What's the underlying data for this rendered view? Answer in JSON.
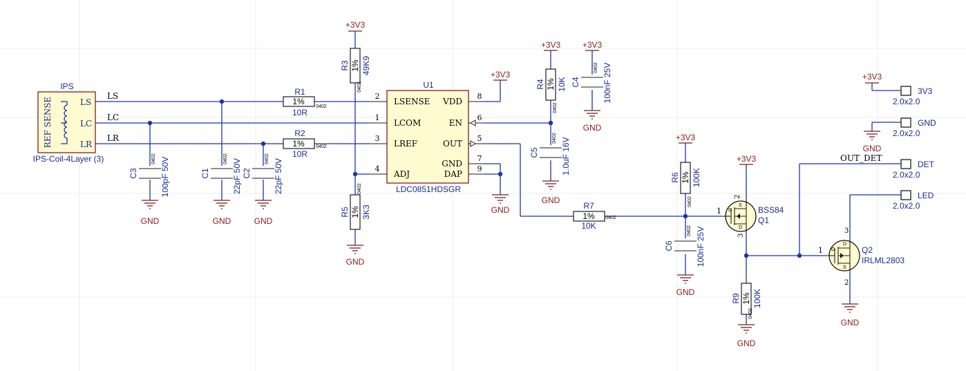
{
  "ips": {
    "designator": "IPS",
    "comment": "IPS-Coil-4Layer (3)",
    "body_label": "REF SENSE",
    "pins": [
      "LS",
      "LC",
      "LR"
    ],
    "nets": [
      "LS",
      "LC",
      "LR"
    ]
  },
  "u1": {
    "designator": "U1",
    "part": "LDC0851HDSGR",
    "left_pins": [
      {
        "num": "2",
        "name": "LSENSE"
      },
      {
        "num": "1",
        "name": "LCOM"
      },
      {
        "num": "3",
        "name": "LREF"
      },
      {
        "num": "4",
        "name": "ADJ"
      }
    ],
    "right_pins": [
      {
        "num": "8",
        "name": "VDD"
      },
      {
        "num": "6",
        "name": "EN"
      },
      {
        "num": "5",
        "name": "OUT"
      },
      {
        "num": "7",
        "name": "GND"
      },
      {
        "num": "9",
        "name": "DAP"
      }
    ]
  },
  "resistors": {
    "r1": {
      "ref": "R1",
      "tol": "1%",
      "value": "10R",
      "pkg": "0402"
    },
    "r2": {
      "ref": "R2",
      "tol": "1%",
      "value": "10R",
      "pkg": "0402"
    },
    "r3": {
      "ref": "R3",
      "tol": "1%",
      "value": "49K9",
      "pkg": "0402"
    },
    "r4": {
      "ref": "R4",
      "tol": "1%",
      "value": "10K",
      "pkg": "0402"
    },
    "r5": {
      "ref": "R5",
      "tol": "1%",
      "value": "3K3",
      "pkg": "0402"
    },
    "r6": {
      "ref": "R6",
      "tol": "1%",
      "value": "100K",
      "pkg": "0402"
    },
    "r7": {
      "ref": "R7",
      "tol": "1%",
      "value": "10K",
      "pkg": "0402"
    },
    "r9": {
      "ref": "R9",
      "tol": "1%",
      "value": "100K",
      "pkg": "0402"
    }
  },
  "capacitors": {
    "c1": {
      "ref": "C1",
      "value": "22pF 50V",
      "pkg": "0402"
    },
    "c2": {
      "ref": "C2",
      "value": "22pF 50V",
      "pkg": "0402"
    },
    "c3": {
      "ref": "C3",
      "value": "100pF 50V",
      "pkg": "0402"
    },
    "c4": {
      "ref": "C4",
      "value": "100nF 25V",
      "pkg": "0402"
    },
    "c5": {
      "ref": "C5",
      "value": "1.0uF 16V",
      "pkg": "0402"
    },
    "c6": {
      "ref": "C6",
      "value": "100nF 25V",
      "pkg": "0402"
    }
  },
  "transistors": {
    "q1": {
      "ref": "Q1",
      "part": "BSS84",
      "pin_g": "1",
      "pin_s": "2",
      "pin_d": "3",
      "g": "G",
      "s": "S",
      "d": "D"
    },
    "q2": {
      "ref": "Q2",
      "part": "IRLML2803",
      "pin_g": "1",
      "pin_d": "3",
      "pin_s": "2",
      "g": "G",
      "s": "S",
      "d": "D"
    }
  },
  "power": {
    "vcc": "+3V3",
    "gnd": "GND"
  },
  "nets": {
    "out_det": "OUT_DET"
  },
  "pads": [
    {
      "name": "3V3",
      "size": "2.0x2.0"
    },
    {
      "name": "GND",
      "size": "2.0x2.0"
    },
    {
      "name": "DET",
      "size": "2.0x2.0"
    },
    {
      "name": "LED",
      "size": "2.0x2.0"
    }
  ]
}
